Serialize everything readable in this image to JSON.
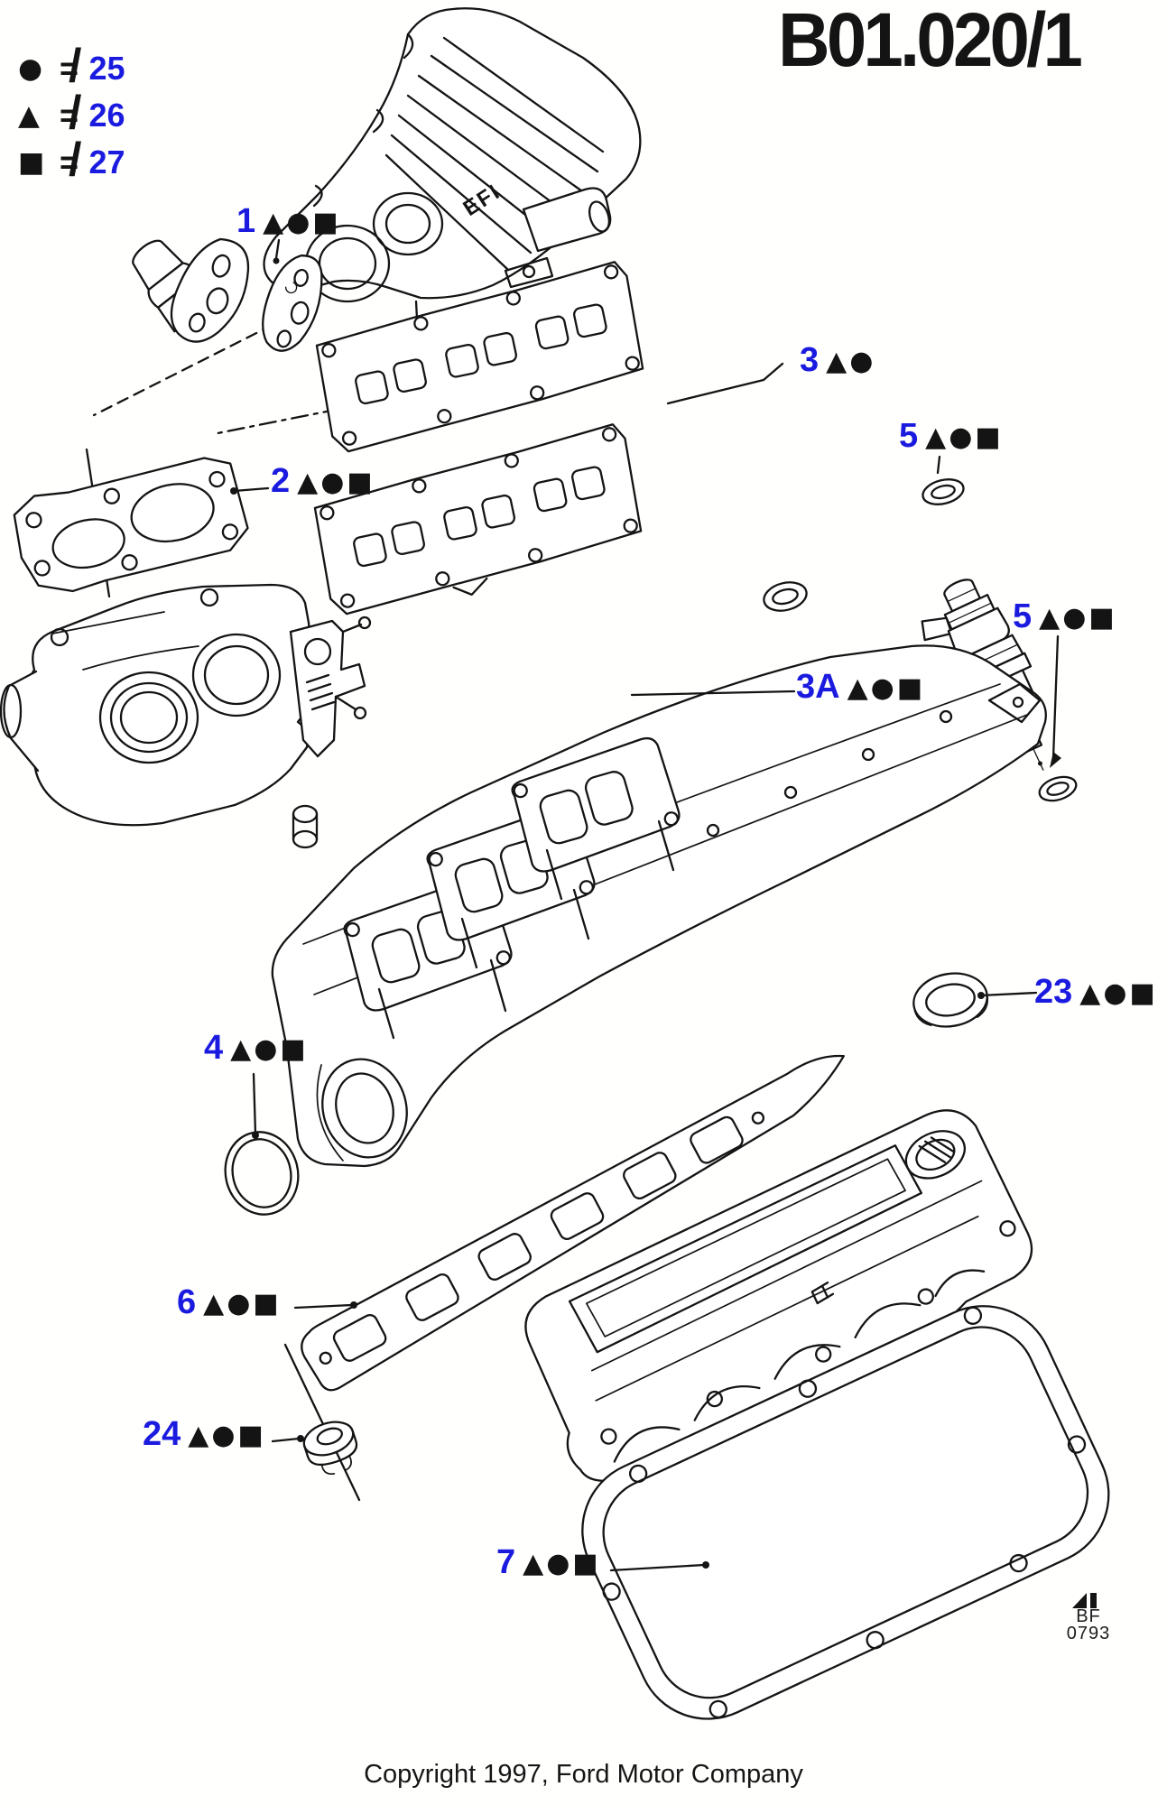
{
  "colors": {
    "callout_blue": "#1b1be0",
    "ink": "#141414"
  },
  "title": "B01.020/1",
  "legend": {
    "rows": [
      {
        "symbol": "●",
        "eq": "=",
        "slash": "/",
        "ref": "25"
      },
      {
        "symbol": "▲",
        "eq": "=",
        "slash": "/",
        "ref": "26"
      },
      {
        "symbol": "■",
        "eq": "=",
        "slash": "/",
        "ref": "27"
      }
    ]
  },
  "callouts": [
    {
      "num": "1",
      "symbols": "▲●■"
    },
    {
      "num": "2",
      "symbols": "▲●■"
    },
    {
      "num": "3",
      "symbols": "▲●"
    },
    {
      "num": "5",
      "symbols": "▲●■"
    },
    {
      "num": "5",
      "symbols": "▲●■"
    },
    {
      "num": "3A",
      "symbols": "▲●■"
    },
    {
      "num": "23",
      "symbols": "▲●■"
    },
    {
      "num": "4",
      "symbols": "▲●■"
    },
    {
      "num": "6",
      "symbols": "▲●■"
    },
    {
      "num": "24",
      "symbols": "▲●■"
    },
    {
      "num": "7",
      "symbols": "▲●■"
    }
  ],
  "part_marking": "EFI",
  "stamp": {
    "code": "BF",
    "number": "0793"
  },
  "footer": {
    "copyright": "Copyright 1997, Ford Motor Company"
  }
}
